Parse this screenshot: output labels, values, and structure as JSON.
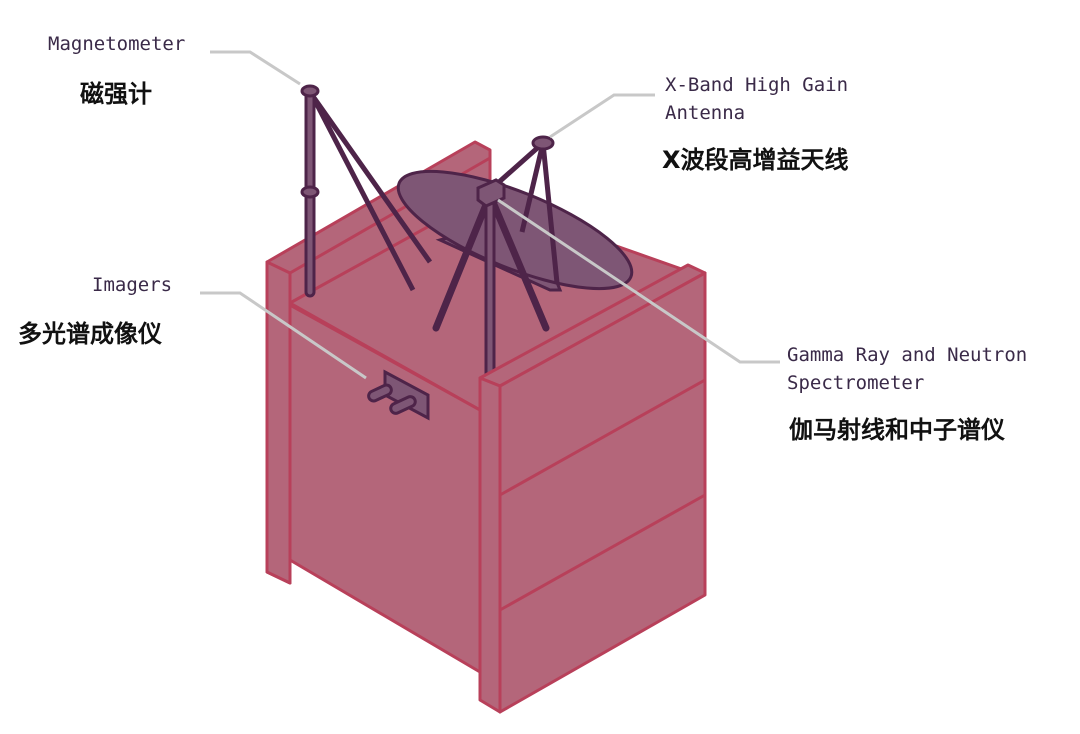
{
  "colors": {
    "body": "#b4667a",
    "edge": "#b8405a",
    "instrument": "#4e2449",
    "dish": "#7e5675",
    "leader": "#c8c8c8"
  },
  "labels": [
    {
      "en": "Magnetometer",
      "zh": "磁强计"
    },
    {
      "en": "X-Band High Gain\nAntenna",
      "zh": "X波段高增益天线"
    },
    {
      "en": "Imagers",
      "zh": "多光谱成像仪"
    },
    {
      "en": "Gamma Ray and Neutron\nSpectrometer",
      "zh": "伽马射线和中子谱仪"
    }
  ]
}
